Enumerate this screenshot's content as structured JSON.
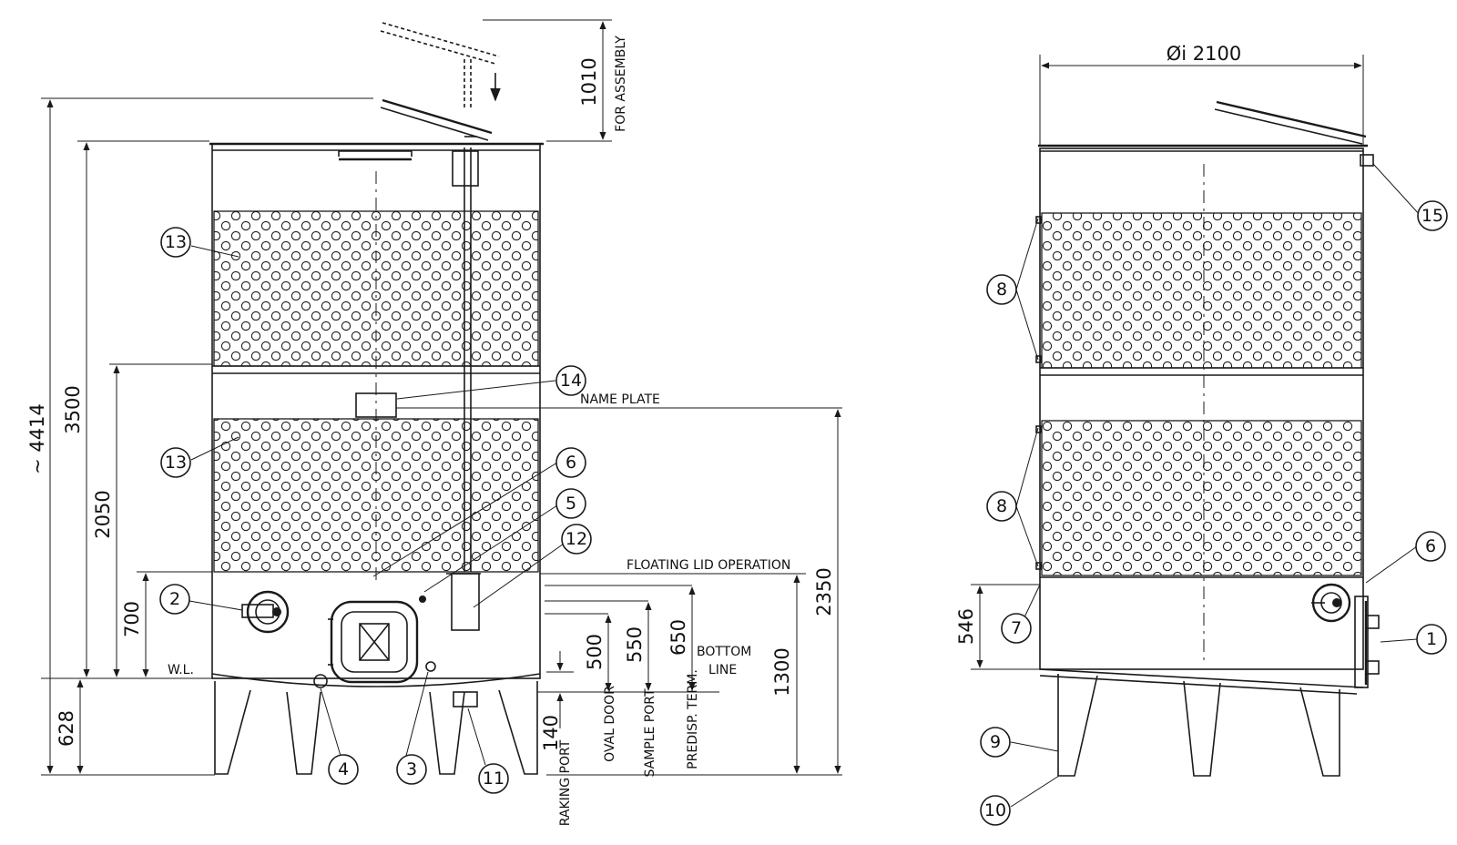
{
  "colors": {
    "line": "#1a1a1a",
    "background": "#ffffff"
  },
  "front_view": {
    "dimensions": {
      "overall_height": "~ 4414",
      "shell_height": "3500",
      "mid_band": "2050",
      "lower_band": "700",
      "legs": "628",
      "assembly": "1010",
      "for_assembly": "FOR ASSEMBLY",
      "name_plate_height": "2350",
      "floating_lid_height": "1300",
      "bottom_650": "650",
      "bottom_550": "550",
      "bottom_500": "500",
      "bottom_140": "140"
    },
    "labels": {
      "name_plate": "NAME PLATE",
      "floating_lid": "FLOATING LID OPERATION",
      "bottom_line_1": "BOTTOM",
      "bottom_line_2": "LINE",
      "wl": "W.L.",
      "raking_port": "RAKING PORT",
      "oval_door": "OVAL DOOR",
      "sample_port": "SAMPLE PORT",
      "predisp_term": "PREDISP. TERM."
    },
    "callouts": [
      "13",
      "13",
      "14",
      "6",
      "5",
      "12",
      "2",
      "4",
      "3",
      "11"
    ]
  },
  "side_view": {
    "dimensions": {
      "diameter": "Øi 2100",
      "outlet_height": "546"
    },
    "callouts": [
      "15",
      "8",
      "8",
      "6",
      "7",
      "1",
      "9",
      "10"
    ]
  }
}
